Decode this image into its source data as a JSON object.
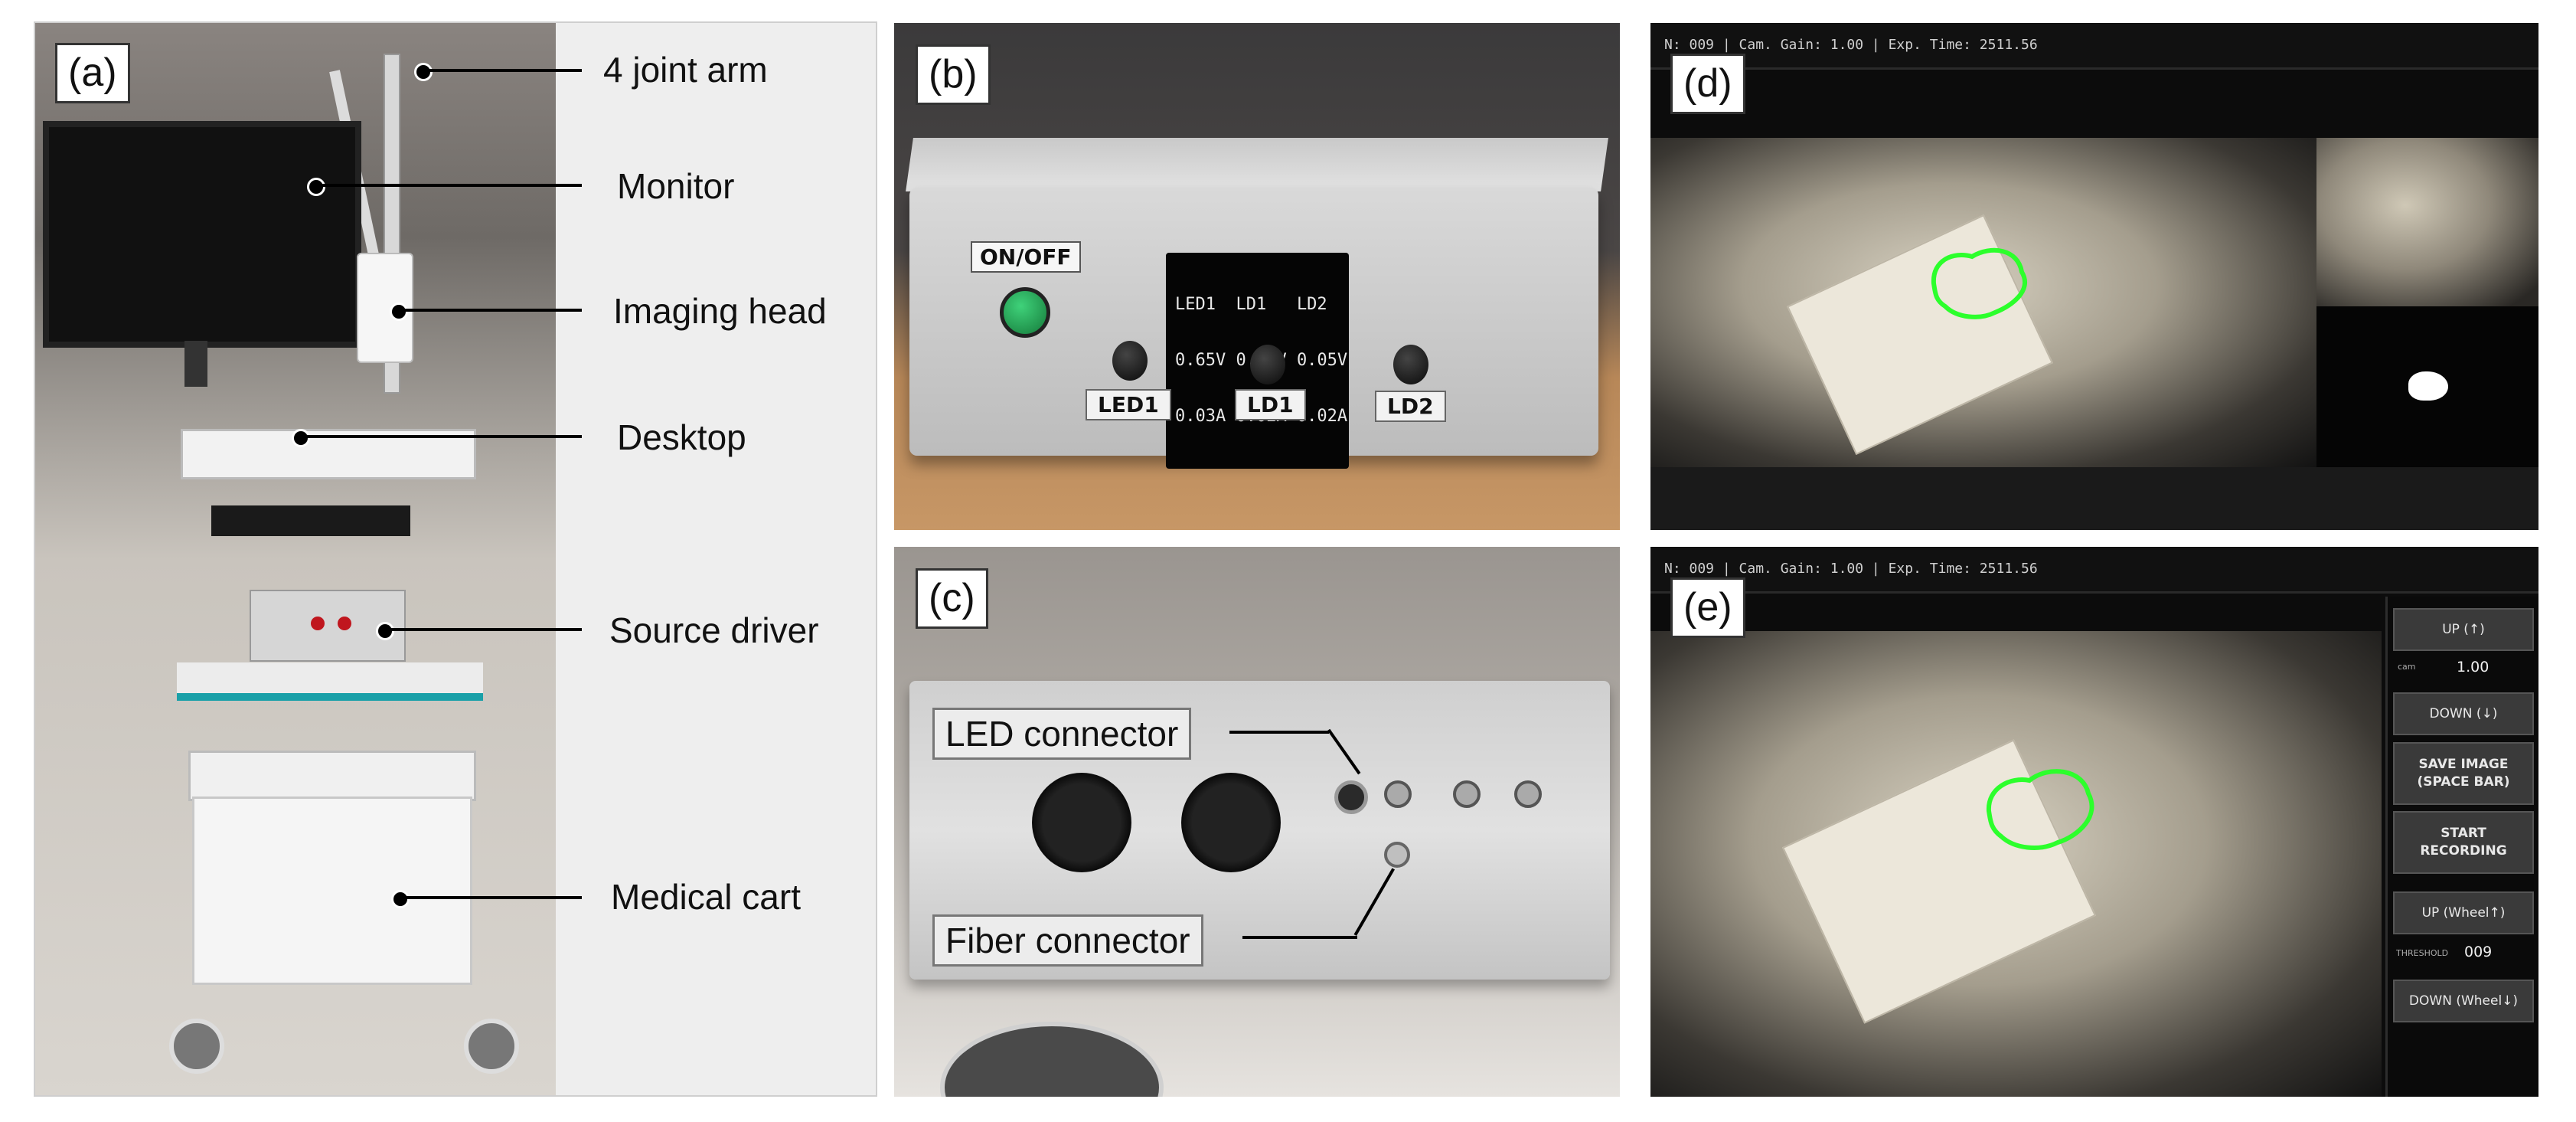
{
  "panels": {
    "a": {
      "label": "(a)",
      "callouts": [
        "4 joint arm",
        "Monitor",
        "Imaging head",
        "Desktop",
        "Source driver",
        "Medical cart"
      ]
    },
    "b": {
      "label": "(b)",
      "power_label": "ON/OFF",
      "lcd_header": "LED1  LD1   LD2",
      "lcd_voltage": "0.65V 0.06V 0.05V",
      "lcd_current": "0.03A 0.02A 0.02A",
      "knob_labels": [
        "LED1",
        "LD1",
        "LD2"
      ]
    },
    "c": {
      "label": "(c)",
      "led_connector": "LED connector",
      "fiber_connector": "Fiber connector"
    },
    "d": {
      "label": "(d)",
      "status": "N: 009 | Cam. Gain: 1.00 | Exp. Time: 2511.56"
    },
    "e": {
      "label": "(e)",
      "status": "N: 009 | Cam. Gain: 1.00 | Exp. Time: 2511.56",
      "controls": {
        "up": "UP (↑)",
        "cam_label": "cam",
        "cam_value": "1.00",
        "down": "DOWN (↓)",
        "save_line1": "SAVE IMAGE",
        "save_line2": "(SPACE BAR)",
        "record_line1": "START",
        "record_line2": "RECORDING",
        "up_wheel": "UP (Wheel↑)",
        "threshold_label": "THRESHOLD",
        "threshold_value": "009",
        "down_wheel": "DOWN (Wheel↓)"
      }
    }
  },
  "colors": {
    "contour": "#2cff2c",
    "panel_bg": "#eeeeee",
    "ui_button": "#3a3a3a",
    "power_button": "#1e9c4a"
  }
}
